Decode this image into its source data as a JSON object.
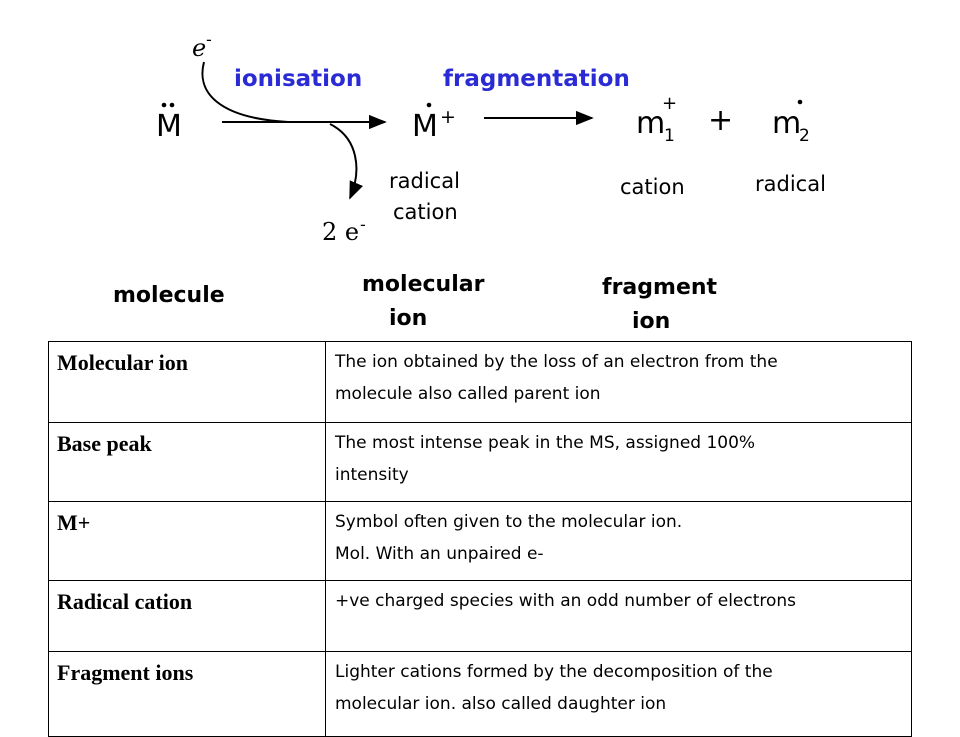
{
  "diagram": {
    "electron_in": "e",
    "electron_out": "2 e",
    "step1_label": "ionisation",
    "step2_label": "fragmentation",
    "M": "M",
    "plus": "+",
    "m1": "m",
    "m2": "m",
    "sub1": "1",
    "sub2": "2",
    "radical_cation_line1": "radical",
    "radical_cation_line2": "cation",
    "cation": "cation",
    "radical": "radical",
    "molecule": "molecule",
    "molecular_ion_line1": "molecular",
    "molecular_ion_line2": "ion",
    "fragment_ion_line1": "fragment",
    "fragment_ion_line2": "ion",
    "colors": {
      "step_label": "#2b2bd6",
      "ink": "#000000"
    }
  },
  "table": {
    "rows": [
      {
        "term": "Molecular ion",
        "def": [
          "The ion obtained by the loss of an electron from the",
          "molecule also called parent ion"
        ]
      },
      {
        "term": "Base peak",
        "def": [
          "The most intense peak in the MS, assigned 100%",
          "intensity"
        ]
      },
      {
        "term": "M+",
        "def": [
          "Symbol often given to the molecular ion.",
          "Mol. With an unpaired e-"
        ]
      },
      {
        "term": "Radical cation",
        "def": [
          "+ve charged species with an odd number of electrons"
        ]
      },
      {
        "term": "Fragment ions",
        "def": [
          "Lighter cations formed by the decomposition of the",
          "molecular ion. also called daughter ion"
        ]
      }
    ]
  }
}
